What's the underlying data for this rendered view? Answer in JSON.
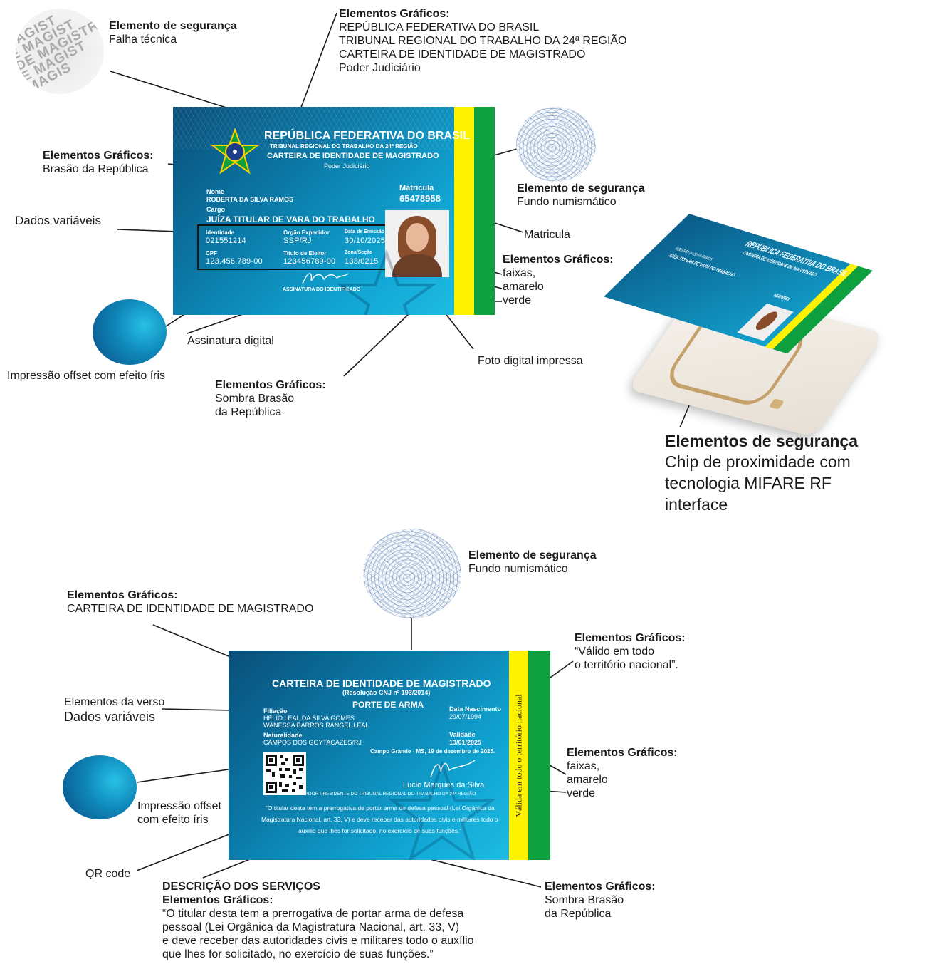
{
  "annotations": {
    "falha": {
      "title": "Elemento de segurança",
      "text": "Falha técnica"
    },
    "graf_top": {
      "title": "Elementos  Gráficos:",
      "lines": [
        "REPÚBLICA FEDERATIVA DO BRASIL",
        "TRIBUNAL REGIONAL DO TRABALHO DA 24ª REGIÃO",
        "CARTEIRA DE IDENTIDADE DE MAGISTRADO",
        "Poder Judiciário"
      ]
    },
    "brasao": {
      "title": "Elementos  Gráficos:",
      "text": "Brasão  da  República"
    },
    "dados": {
      "text": "Dados variáveis"
    },
    "iris_front": {
      "text": "Impressão offset com efeito íris"
    },
    "assinatura": {
      "text": "Assinatura digital"
    },
    "sombra_front": {
      "title": "Elementos  Gráficos:",
      "lines": [
        "Sombra Brasão",
        "da  República"
      ]
    },
    "foto": {
      "text": "Foto digital impressa"
    },
    "numis_front": {
      "title": "Elemento de segurança",
      "text": "Fundo numismático"
    },
    "matricula": {
      "text": "Matricula"
    },
    "faixas_front": {
      "title": "Elementos  Gráficos:",
      "lines": [
        "faixas,",
        "amarelo",
        "verde"
      ]
    },
    "chip": {
      "title": "Elementos  de segurança",
      "lines": [
        "Chip de proximidade com",
        "tecnologia MIFARE RF",
        "interface"
      ]
    },
    "numis_back": {
      "title": "Elemento de segurança",
      "text": "Fundo numismático"
    },
    "graf_back": {
      "title": "Elementos  Gráficos:",
      "text": "CARTEIRA DE IDENTIDADE DE MAGISTRADO"
    },
    "valido": {
      "title": "Elementos  Gráficos:",
      "lines": [
        "“Válido em todo",
        "o território nacional”."
      ]
    },
    "verso": {
      "line1": "Elementos da verso",
      "line2": "Dados variáveis"
    },
    "faixas_back": {
      "title": "Elementos  Gráficos:",
      "lines": [
        "faixas,",
        "amarelo",
        "verde"
      ]
    },
    "iris_back": {
      "lines": [
        "Impressão offset",
        "com efeito íris"
      ]
    },
    "qr": {
      "text": "QR code"
    },
    "servicos": {
      "title": "DESCRIÇÃO DOS SERVIÇOS",
      "title2": "Elementos  Gráficos:",
      "lines": [
        "“O titular desta tem a prerrogativa de portar arma de defesa",
        "pessoal (Lei Orgânica da Magistratura Nacional, art.  33,  V)",
        "e deve receber  das autoridades civis e militares todo o auxílio",
        "que lhes for solicitado, no exercício de  suas funções.”"
      ]
    },
    "sombra_back": {
      "title": "Elementos  Gráficos:",
      "lines": [
        "Sombra Brasão",
        "da  República"
      ]
    }
  },
  "stamp_text": [
    "MAGIST",
    "E MAGIST",
    "DE MAGISTR",
    "E MAGIST",
    "MAGIS"
  ],
  "front_card": {
    "line1": "REPÚBLICA FEDERATIVA DO BRASIL",
    "line2": "TRIBUNAL REGIONAL DO TRABALHO DA 24ª REGIÃO",
    "line3": "CARTEIRA DE IDENTIDADE DE MAGISTRADO",
    "line4": "Poder Judiciário",
    "nome_label": "Nome",
    "nome": "ROBERTA DA SILVA RAMOS",
    "cargo_label": "Cargo",
    "cargo": "JUÍZA TITULAR DE VARA DO TRABALHO",
    "matricula_label": "Matricula",
    "matricula": "65478958",
    "identidade_label": "Identidade",
    "identidade": "021551214",
    "orgao_label": "Orgão Expedidor",
    "orgao": "SSP/RJ",
    "emissao_label": "Data de Emissão",
    "emissao": "30/10/2025",
    "cpf_label": "CPF",
    "cpf": "123.456.789-00",
    "eleitor_label": "Título de Eleitor",
    "eleitor": "123456789-00",
    "zona_label": "Zona/Seção",
    "zona": "133/0215",
    "assinatura_label": "ASSINATURA DO IDENTIFICADO"
  },
  "chip_card": {
    "line1": "REPÚBLICA FEDERATIVA DO BRASIL",
    "line2": "CARTEIRA DE IDENTIDADE DE MAGISTRADO",
    "cargo": "JUÍZA TITULAR DE VARA DO TRABALHO",
    "nome": "ROBERTA DA SILVA RAMOS",
    "matricula": "65478958"
  },
  "back_card": {
    "title": "CARTEIRA DE IDENTIDADE DE MAGISTRADO",
    "resolucao": "(Resolução CNJ nº 193/2014)",
    "porte": "PORTE DE ARMA",
    "filiacao_label": "Filiação",
    "pai": "HÉLIO LEAL DA SILVA GOMES",
    "mae": "WANESSA BARROS RANGEL LEAL",
    "nascimento_label": "Data Nascimento",
    "nascimento": "29/07/1994",
    "naturalidade_label": "Naturalidade",
    "naturalidade": "CAMPOS DOS GOYTACAZES/RJ",
    "validade_label": "Validade",
    "validade": "13/01/2025",
    "local_data": "Campo Grande - MS, 19 de dezembro de 2025.",
    "assinante": "Lucio Marques da Silva",
    "cargo_assinante": "DESEMBARGADOR PRESIDENTE DO TRIBUNAL REGIONAL DO TRABALHO DA 24ª REGIÃO",
    "texto1": "“O titular desta tem a prerrogativa de portar arma de defesa  pessoal (Lei Orgânica da",
    "texto2": "Magistratura Nacional, art.  33,  V) e deve receber  das autoridades civis e militares todo o",
    "texto3": "auxílio que lhes for solicitado, no exercício de  suas funções.”",
    "valido_vertical": "Válida em todo o território nacional"
  },
  "colors": {
    "yellow": "#fff200",
    "green": "#0e9f3f",
    "card_blue": "#0b78a6"
  }
}
